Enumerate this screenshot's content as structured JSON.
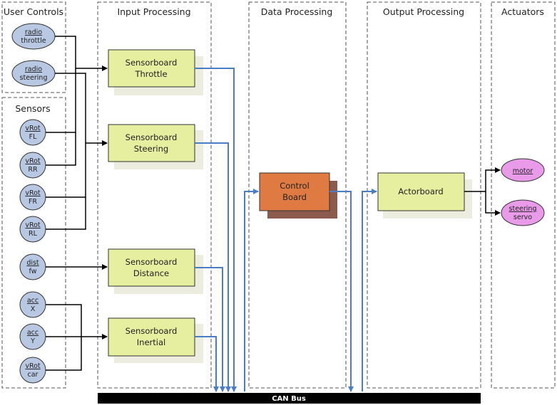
{
  "lanes": {
    "user_controls": "User Controls",
    "sensors": "Sensors",
    "input_processing": "Input Processing",
    "data_processing": "Data Processing",
    "output_processing": "Output Processing",
    "actuators": "Actuators"
  },
  "user_controls": [
    {
      "line1": "radio",
      "line2": "throttle"
    },
    {
      "line1": "radio",
      "line2": "steering"
    }
  ],
  "sensors": [
    {
      "line1": "vRot",
      "line2": "FL"
    },
    {
      "line1": "vRot",
      "line2": "RR"
    },
    {
      "line1": "vRot",
      "line2": "FR"
    },
    {
      "line1": "vRot",
      "line2": "RL"
    },
    {
      "line1": "dist",
      "line2": "fw"
    },
    {
      "line1": "acc",
      "line2": "X"
    },
    {
      "line1": "acc",
      "line2": "Y"
    },
    {
      "line1": "vRot",
      "line2": "car"
    }
  ],
  "sensorboards": [
    {
      "line1": "Sensorboard",
      "line2": "Throttle"
    },
    {
      "line1": "Sensorboard",
      "line2": "Steering"
    },
    {
      "line1": "Sensorboard",
      "line2": "Distance"
    },
    {
      "line1": "Sensorboard",
      "line2": "Inertial"
    }
  ],
  "control_board": {
    "line1": "Control",
    "line2": "Board"
  },
  "actorboard": {
    "label": "Actorboard"
  },
  "actuators": [
    {
      "line1": "motor",
      "line2": ""
    },
    {
      "line1": "steering",
      "line2": "servo"
    }
  ],
  "can_bus": {
    "label": "CAN Bus"
  },
  "colors": {
    "sensor_fill": "#b8c7e2",
    "actuator_fill": "#e99ae9",
    "board_fill": "#e5ef9f",
    "board_shadow": "#ececdf",
    "control_fill": "#e07a43",
    "control_shadow": "#8d5a4e",
    "bus_line": "#4a7dc4",
    "can_bus": "#000000"
  }
}
